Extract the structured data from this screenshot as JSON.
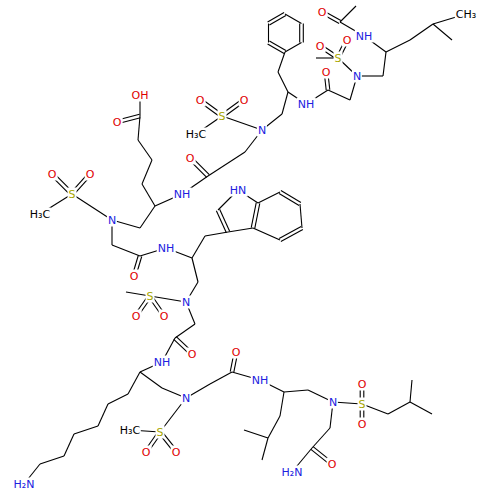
{
  "diagram": {
    "labels": [
      "O",
      "NH",
      "O",
      "O",
      "S",
      "CH₃",
      "N",
      "O",
      "NH",
      "O",
      "O",
      "S",
      "N",
      "H₃C",
      "OH",
      "O",
      "O",
      "NH",
      "O",
      "O",
      "S",
      "H₃C",
      "HN",
      "N",
      "O",
      "NH",
      "O",
      "S",
      "O",
      "N",
      "O",
      "NH",
      "N",
      "O",
      "NH",
      "O",
      "O",
      "S",
      "N",
      "H₃C",
      "S",
      "O",
      "O",
      "O",
      "H₂N",
      "H₂N"
    ]
  }
}
